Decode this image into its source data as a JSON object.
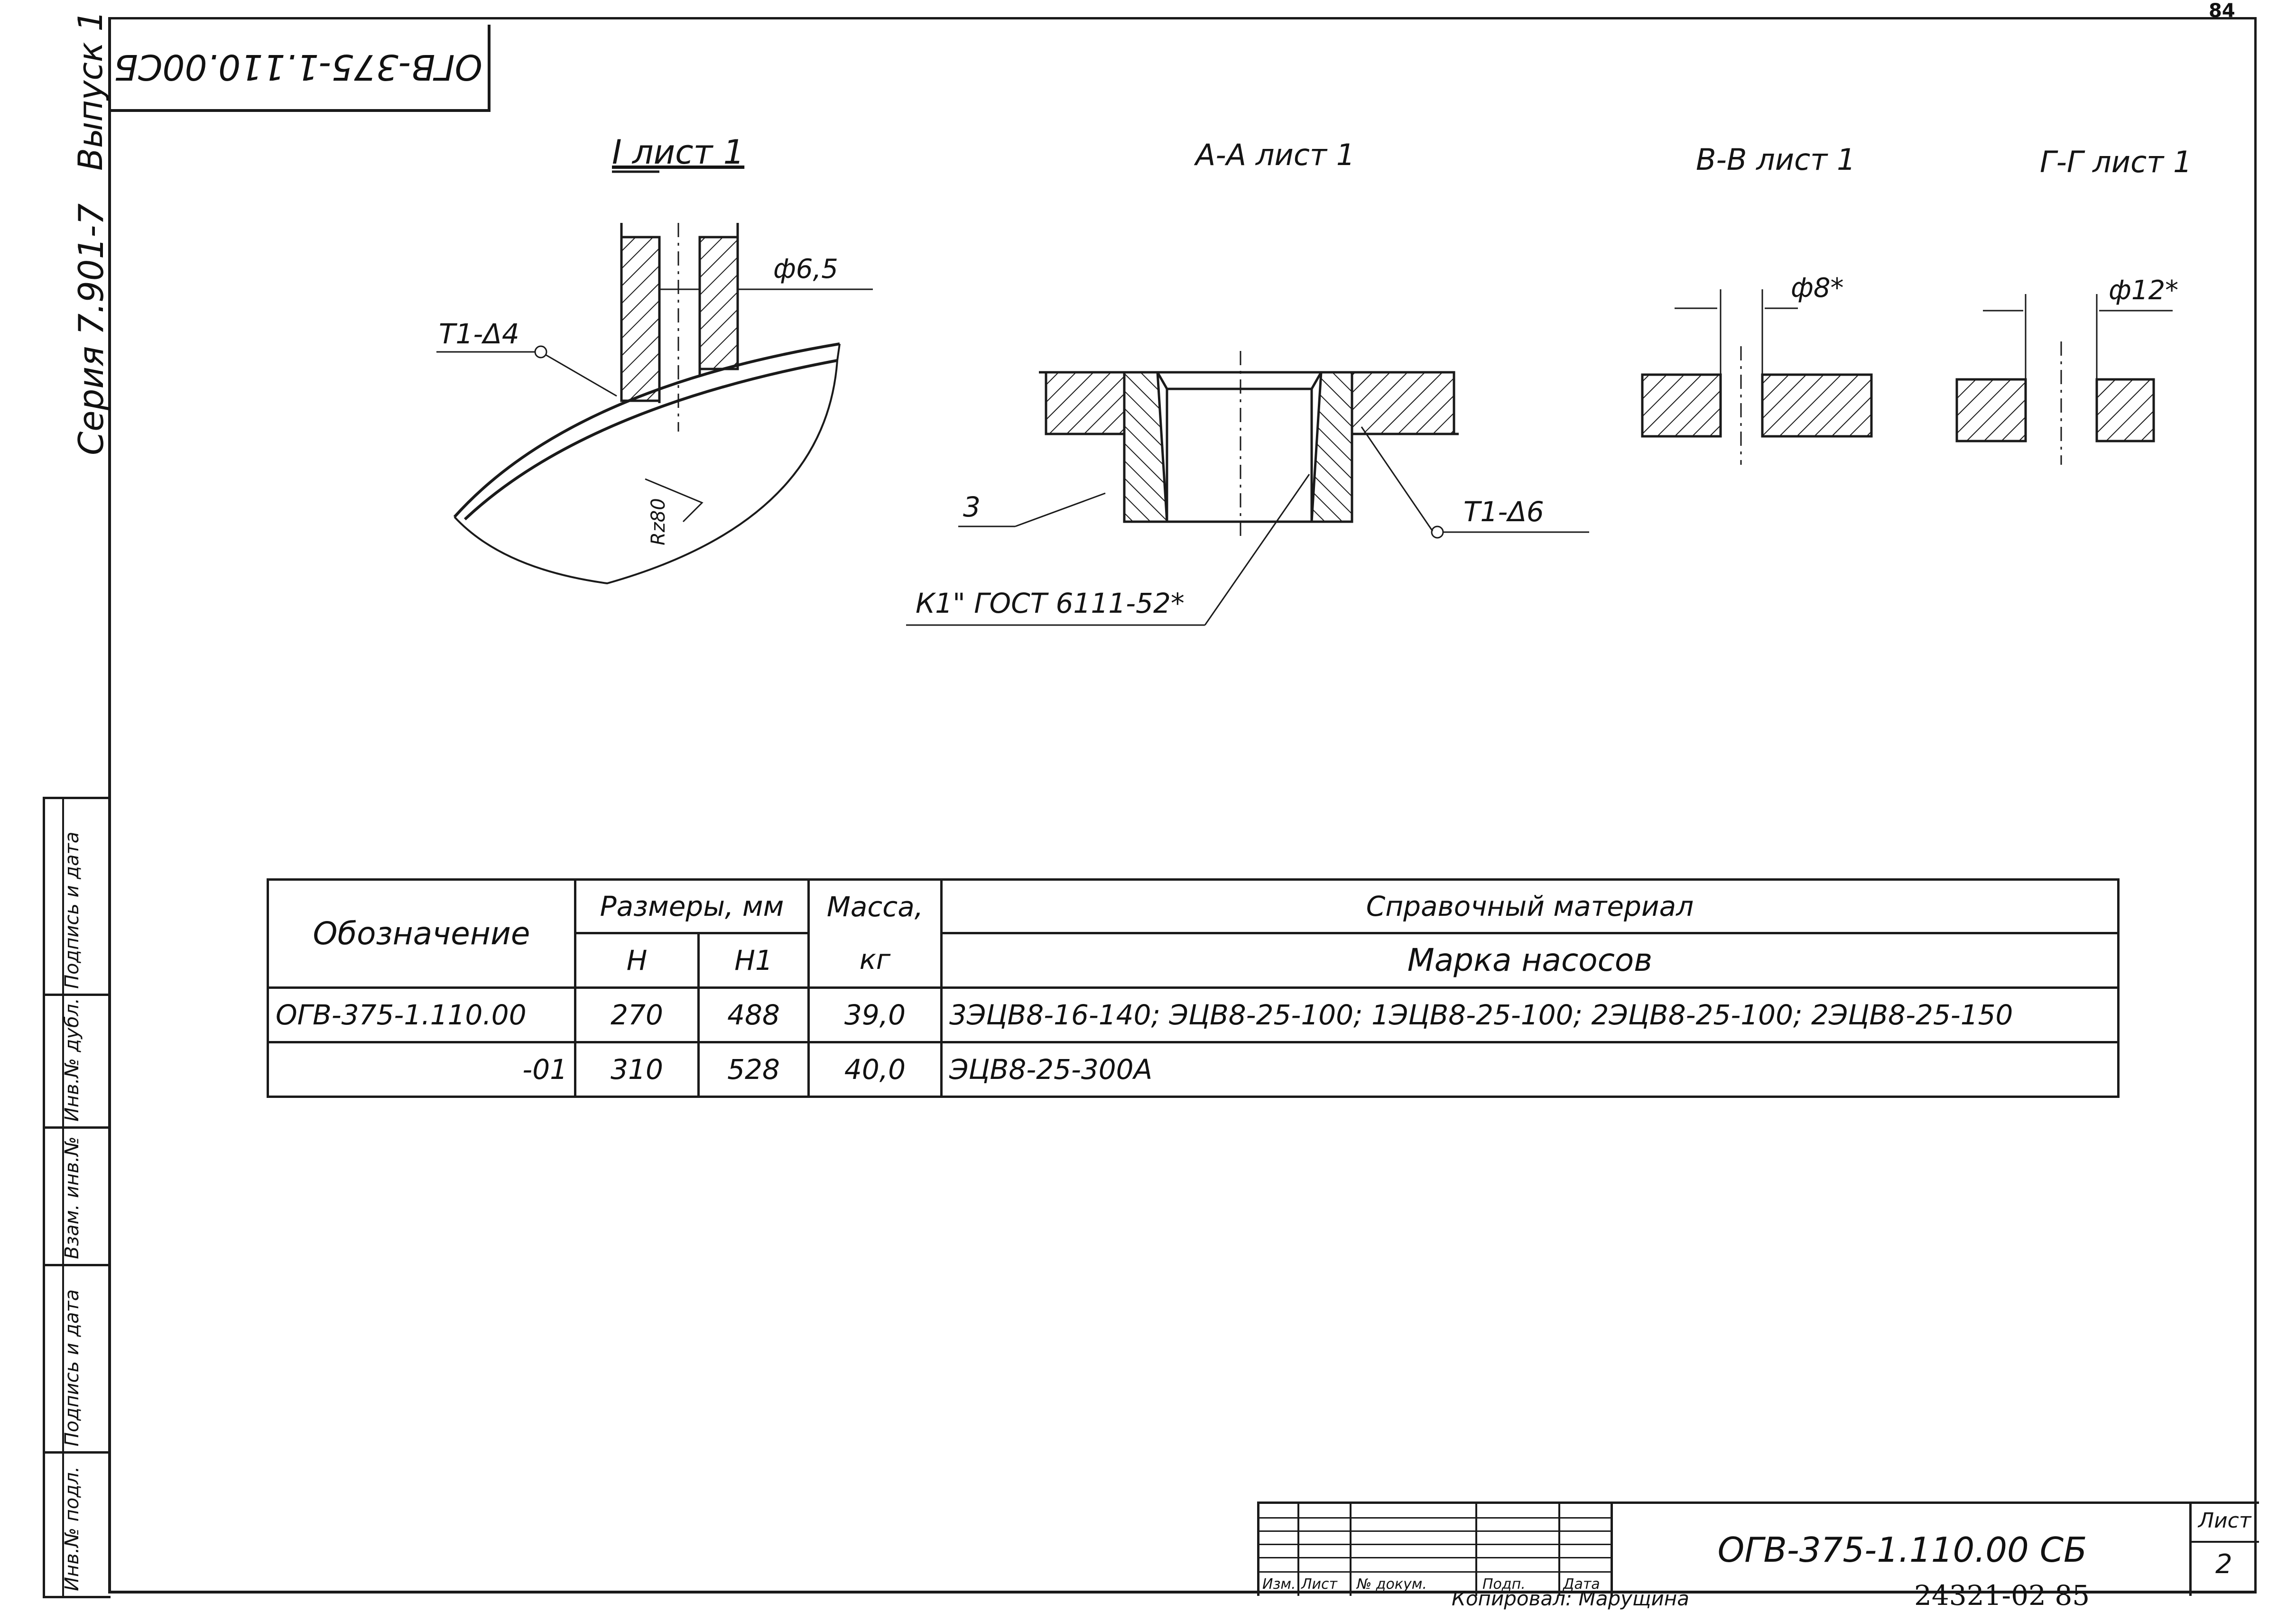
{
  "page_number": "84",
  "doc_code_rotated": "ОГВ-375-1.110.00СБ",
  "side": {
    "issue": "Выпуск 1",
    "series": "Серия 7.901-7"
  },
  "views": {
    "view1_title": "I лист 1",
    "view2_title": "А-А лист 1",
    "view3_title": "В-В лист 1",
    "view4_title": "Г-Г лист 1",
    "dim_d65": "ф6,5",
    "dim_d8": "ф8*",
    "dim_d12": "ф12*",
    "weld_1": "Т1-Δ4",
    "weld_2": "Т1-Δ6",
    "roughness": "Rz80",
    "callout_3": "3",
    "thread_note": "К1\" ГОСТ 6111-52*"
  },
  "table": {
    "h_designation": "Обозначение",
    "h_dimensions": "Размеры, мм",
    "h_H": "Н",
    "h_H1": "Н1",
    "h_mass": "Масса,",
    "h_mass_unit": "кг",
    "h_reference": "Справочный материал",
    "h_pump": "Марка насосов",
    "rows": [
      {
        "designation": "ОГВ-375-1.110.00",
        "H": "270",
        "H1": "488",
        "mass": "39,0",
        "pumps": "3ЭЦВ8-16-140; ЭЦВ8-25-100; 1ЭЦВ8-25-100; 2ЭЦВ8-25-100; 2ЭЦВ8-25-150"
      },
      {
        "designation": "-01",
        "H": "310",
        "H1": "528",
        "mass": "40,0",
        "pumps": "ЭЦВ8-25-300А"
      }
    ]
  },
  "stamp": {
    "inv_orig": "Инв.№ подл.",
    "sign_date_1": "Подпись и дата",
    "replace_inv": "Взам. инв.№",
    "inv_dup": "Инв.№ дубл.",
    "sign_date_2": "Подпись и дата"
  },
  "title_block": {
    "col_izm": "Изм.",
    "col_list": "Лист",
    "col_doc": "№ докум.",
    "col_sign": "Подп.",
    "col_date": "Дата",
    "designation": "ОГВ-375-1.110.00 СБ",
    "sheet_label": "Лист",
    "sheet_no": "2",
    "copied": "Копировал: Марущина",
    "archive": "24321-02 85"
  }
}
